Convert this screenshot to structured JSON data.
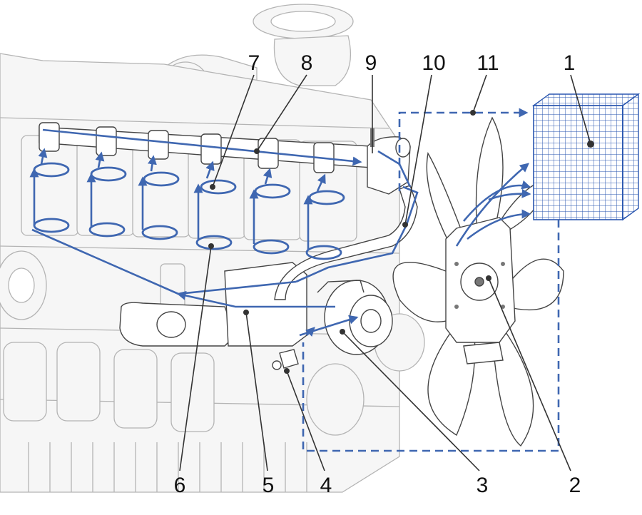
{
  "colors": {
    "engine_line": "#b4b4b4",
    "engine_fill": "#f6f6f6",
    "flow": "#3f67b1",
    "radiator": "#2b57b0",
    "leader": "#333333",
    "callout_text": "#111111"
  },
  "callouts": {
    "c1": "1",
    "c2": "2",
    "c3": "3",
    "c4": "4",
    "c5": "5",
    "c6": "6",
    "c7": "7",
    "c8": "8",
    "c9": "9",
    "c10": "10",
    "c11": "11"
  }
}
